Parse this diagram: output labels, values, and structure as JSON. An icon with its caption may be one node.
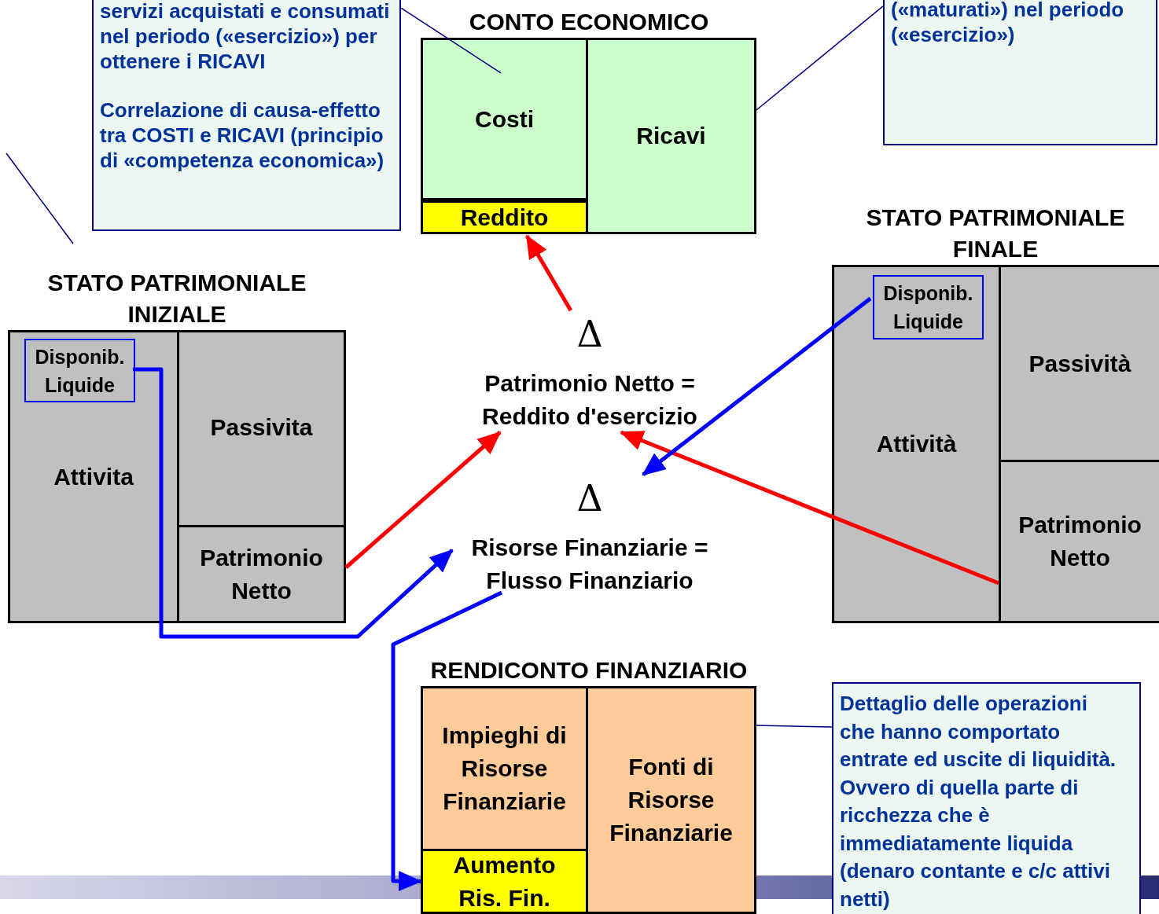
{
  "diagram": {
    "nodes": [
      {
        "text": [
          "servizi acquistati e consumati nel periodo («esercizio») per ottenere i RICAVI",
          "Correlazione di causa-effetto tra COSTI e RICAVI (principio di «competenza economica»)"
        ]
      },
      {
        "text": [
          "CONTO ECONOMICO"
        ]
      },
      {
        "text": [
          "Costi"
        ],
        "in": 1
      },
      {
        "text": [
          "Reddito"
        ],
        "in": 1
      },
      {
        "text": [
          "Ricavi"
        ],
        "in": 1
      },
      {
        "text": [
          "(«maturati») nel periodo («esercizio»)"
        ]
      },
      {
        "text": [
          "STATO PATRIMONIALE INIZIALE"
        ]
      },
      {
        "text": [
          "Attivita"
        ],
        "in": 6
      },
      {
        "text": [
          "Disponib. Liquide"
        ],
        "in": 7
      },
      {
        "text": [
          "Passivita"
        ],
        "in": 6
      },
      {
        "text": [
          "Patrimonio Netto"
        ],
        "in": 6
      },
      {
        "text": [
          "Δ",
          "Patrimonio Netto = Reddito d'esercizio"
        ]
      },
      {
        "text": [
          "Δ",
          "Risorse Finanziarie = Flusso Finanziario"
        ]
      },
      {
        "text": [
          "STATO PATRIMONIALE FINALE"
        ]
      },
      {
        "text": [
          "Attività"
        ],
        "in": 13
      },
      {
        "text": [
          "Disponib. Liquide"
        ],
        "in": 14
      },
      {
        "text": [
          "Passività"
        ],
        "in": 13
      },
      {
        "text": [
          "Patrimonio Netto"
        ],
        "in": 13
      },
      {
        "text": [
          "RENDICONTO FINANZIARIO"
        ]
      },
      {
        "text": [
          "Impieghi di Risorse Finanziarie"
        ],
        "in": 18
      },
      {
        "text": [
          "Aumento Ris. Fin."
        ],
        "in": 18
      },
      {
        "text": [
          "Fonti di Risorse Finanziarie"
        ],
        "in": 18
      },
      {
        "text": [
          "Dettaglio delle operazioni che hanno comportato entrate ed uscite di liquidità. Ovvero di quella parte di ricchezza che è immediatamente liquida (denaro contante e c/c attivi netti)"
        ]
      }
    ],
    "edges": [
      {
        "from": 11,
        "to": 3,
        "arrow": "to",
        "color": "#ff0000"
      },
      {
        "from": 10,
        "to": 11,
        "arrow": "to",
        "color": "#ff0000"
      },
      {
        "from": 17,
        "to": 11,
        "arrow": "to",
        "color": "#ff0000"
      },
      {
        "from": 8,
        "to": 12,
        "arrow": "to",
        "color": "#0000ff"
      },
      {
        "from": 15,
        "to": 12,
        "arrow": "to",
        "color": "#0000ff"
      },
      {
        "from": 12,
        "to": 20,
        "arrow": "to",
        "color": "#0000ff"
      },
      {
        "from": 0,
        "to": 2,
        "arrow": "none",
        "color": "#000080"
      },
      {
        "from": 5,
        "to": 4,
        "arrow": "none",
        "color": "#000080"
      },
      {
        "from": 22,
        "to": 18,
        "arrow": "none",
        "color": "#000080"
      }
    ]
  }
}
